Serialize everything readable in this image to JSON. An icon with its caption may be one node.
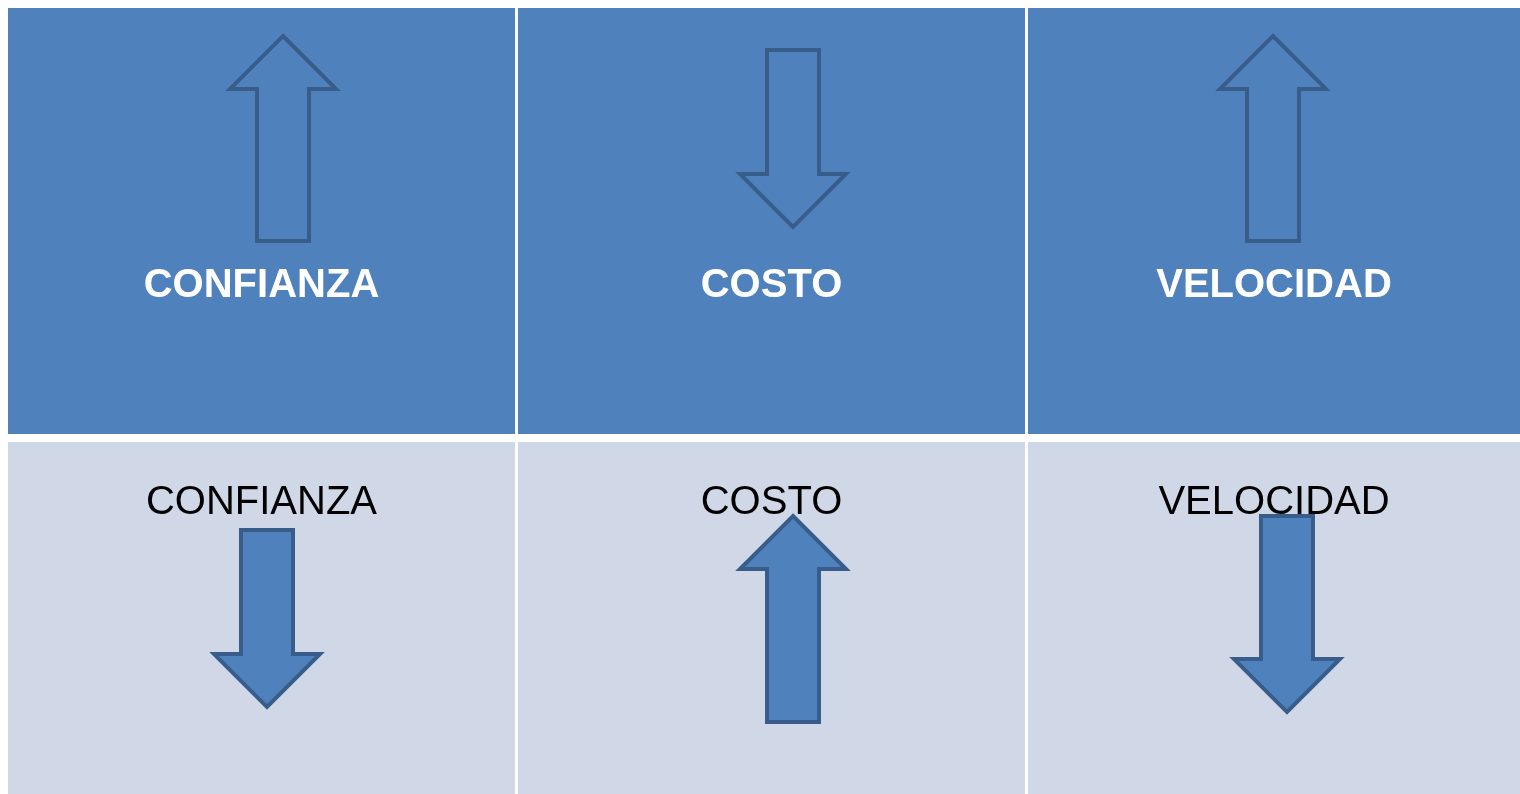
{
  "diagram": {
    "labels": [
      "CONFIANZA",
      "COSTO",
      "VELOCIDAD",
      "CONFIANZA",
      "COSTO",
      "VELOCIDAD"
    ]
  }
}
